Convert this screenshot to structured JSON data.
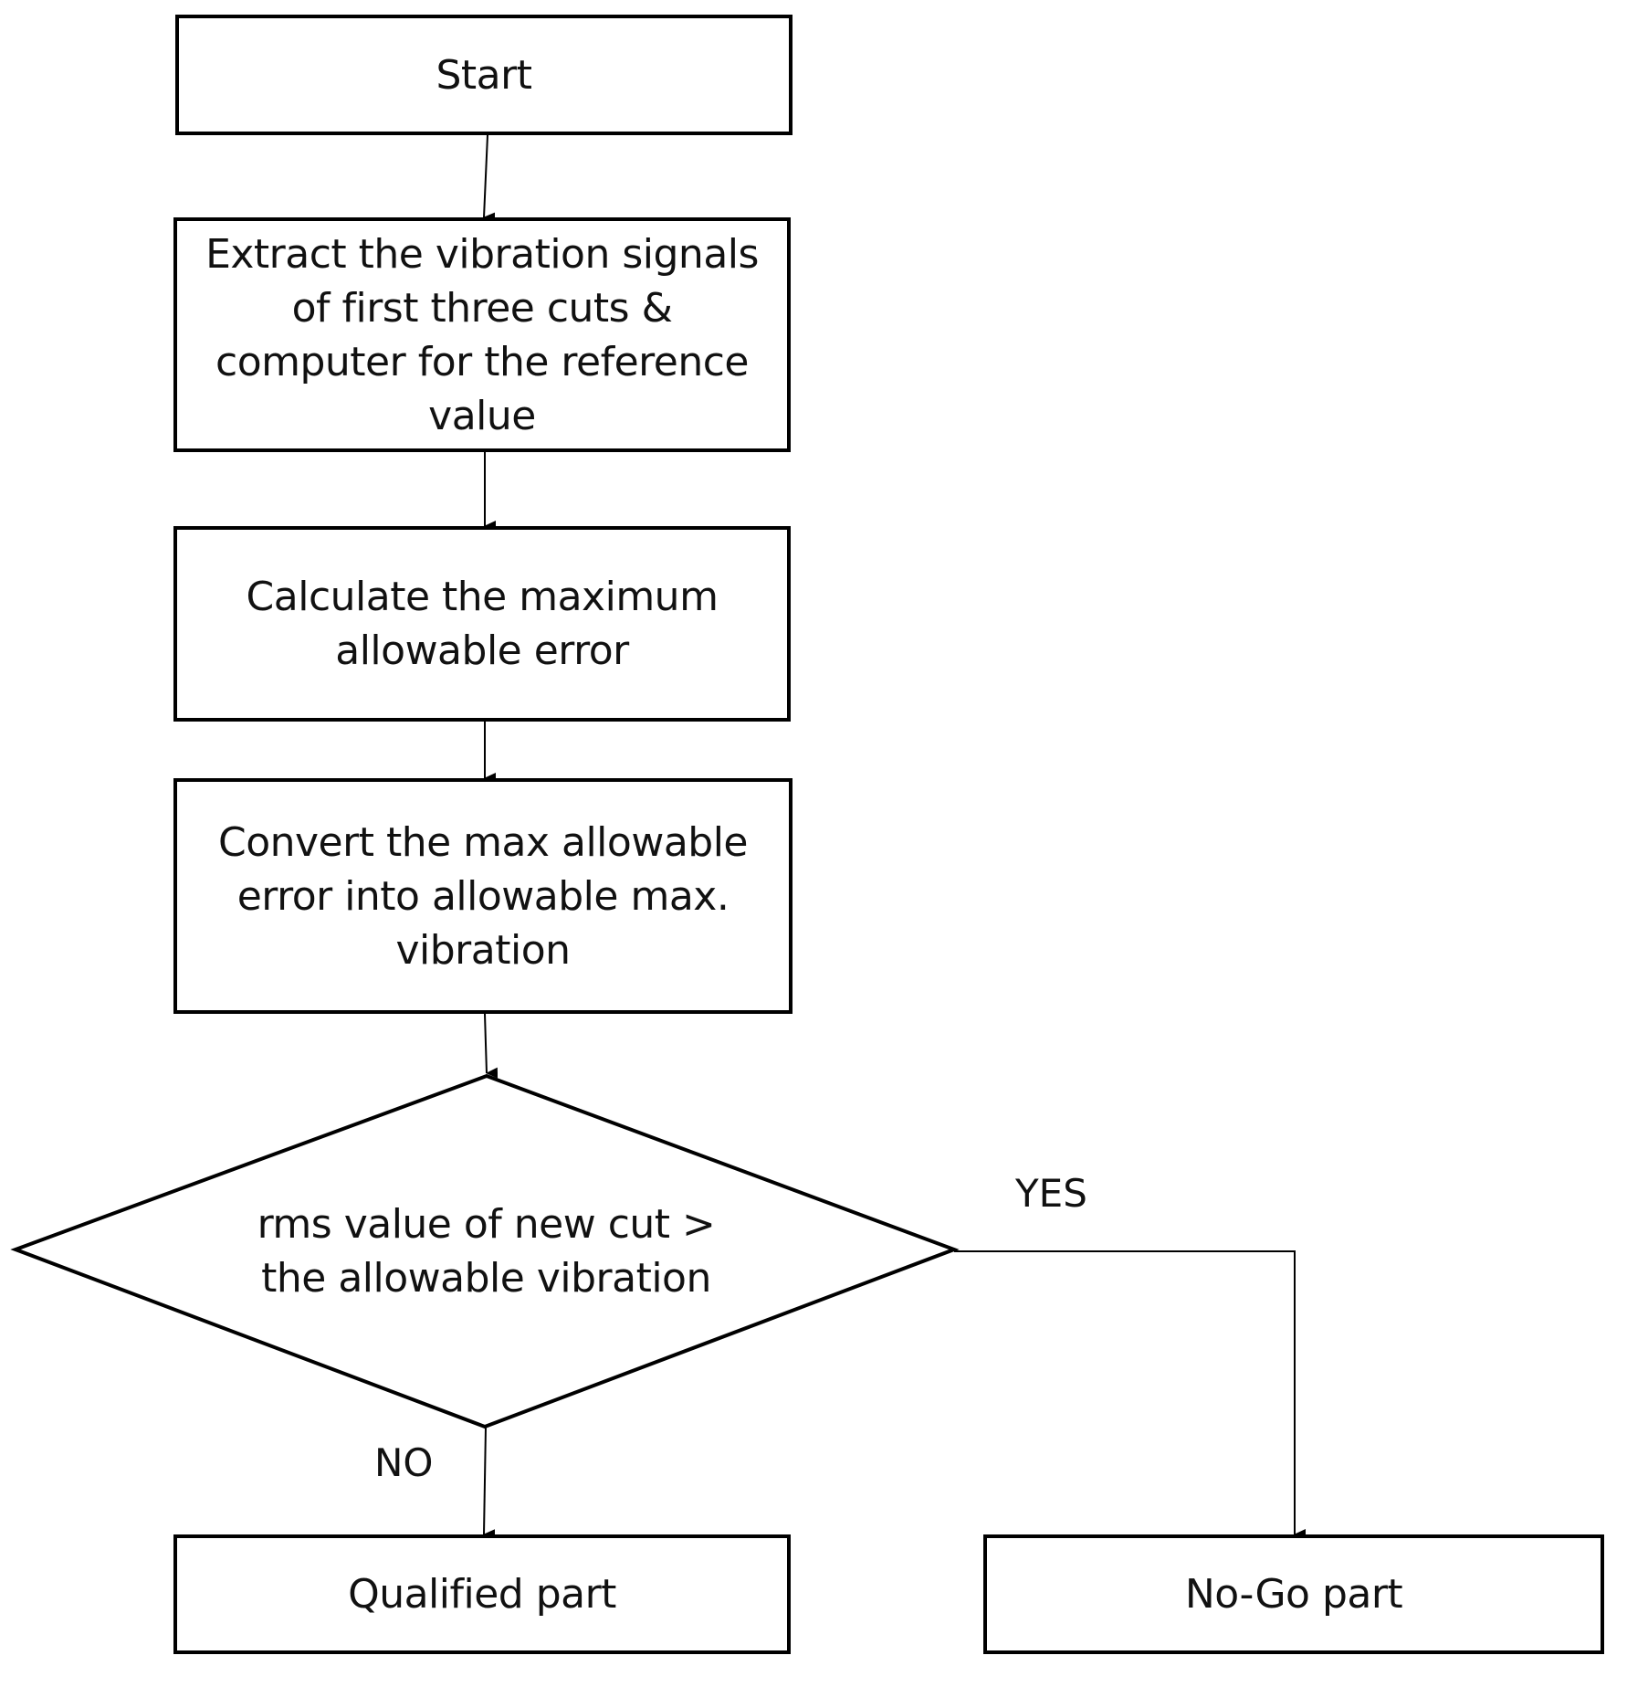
{
  "nodes": {
    "start": {
      "text": "Start"
    },
    "extract": {
      "text": "Extract the vibration signals of first three cuts & computer for the reference value"
    },
    "calculate": {
      "text": "Calculate the maximum allowable error"
    },
    "convert": {
      "text": "Convert the max allowable error into allowable max. vibration"
    },
    "decision": {
      "text": "rms value of new cut > the allowable vibration"
    },
    "qualified": {
      "text": "Qualified part"
    },
    "nogo": {
      "text": "No-Go part"
    }
  },
  "branches": {
    "yes": "YES",
    "no": "NO"
  },
  "colors": {
    "stroke": "#000000",
    "background": "#ffffff",
    "text": "#111111"
  }
}
